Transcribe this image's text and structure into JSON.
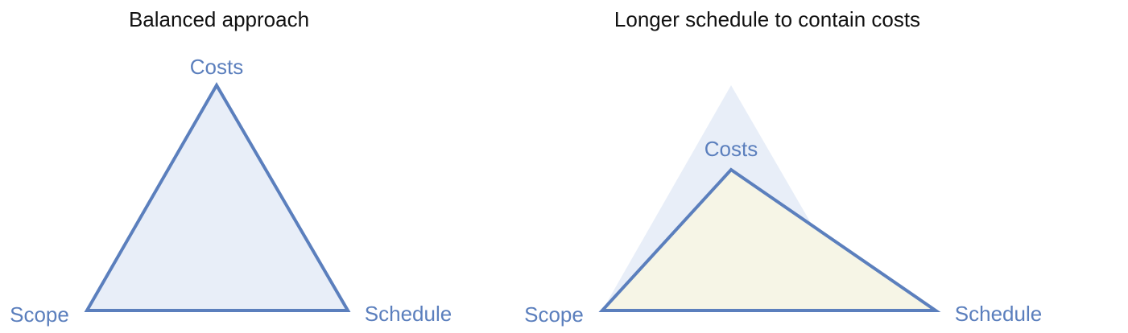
{
  "colors": {
    "outline": "#5b7fbd",
    "label": "#5b7fbd",
    "balanced_fill": "#e8eef8",
    "ghost_fill": "#e8eef8",
    "adjusted_fill": "#f6f5e6",
    "title": "#111111"
  },
  "panels": [
    {
      "title": "Balanced approach",
      "labels": {
        "costs": "Costs",
        "scope": "Scope",
        "schedule": "Schedule"
      }
    },
    {
      "title": "Longer schedule to contain costs",
      "labels": {
        "costs": "Costs",
        "scope": "Scope",
        "schedule": "Schedule"
      }
    }
  ]
}
